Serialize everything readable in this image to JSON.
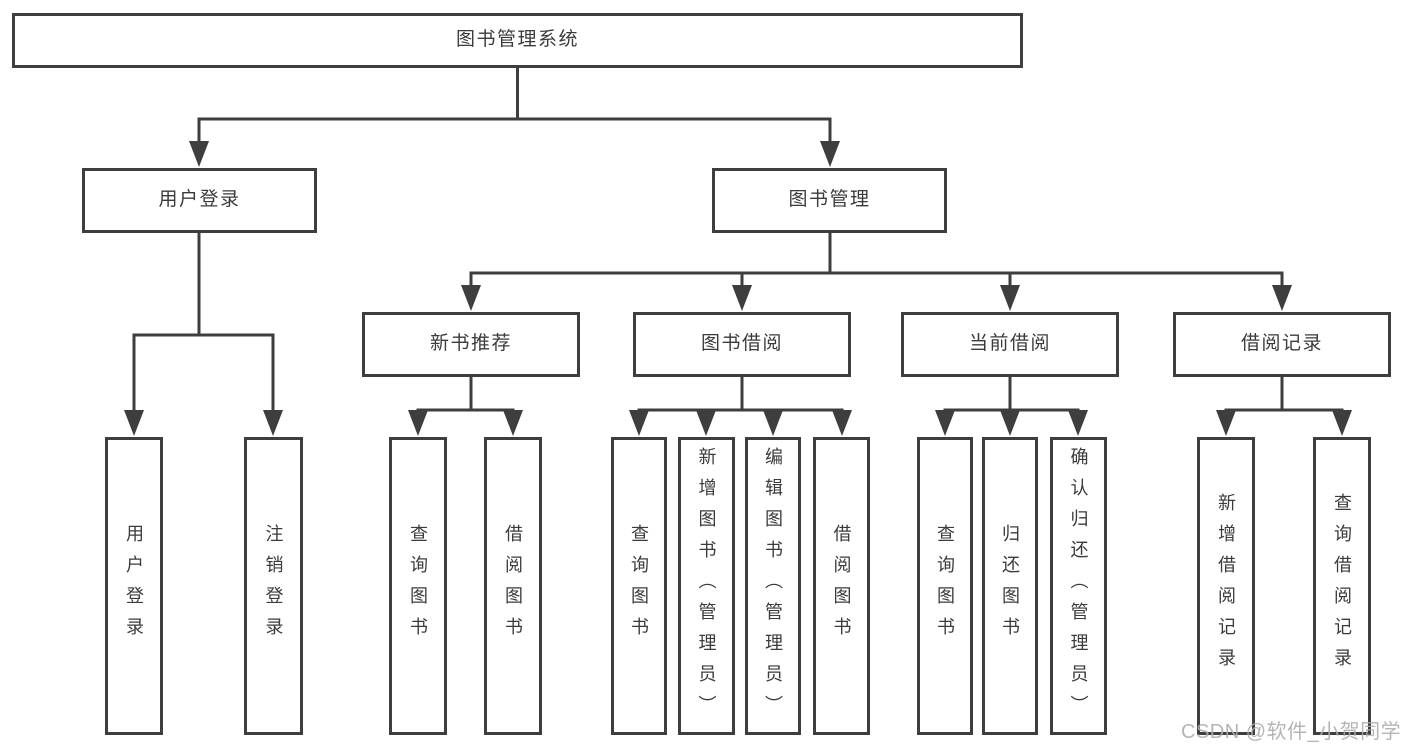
{
  "diagram": {
    "root": "图书管理系统",
    "branches": [
      {
        "label": "用户登录",
        "children": [
          {
            "label": "用户登录"
          },
          {
            "label": "注销登录"
          }
        ]
      },
      {
        "label": "图书管理",
        "children": [
          {
            "label": "新书推荐",
            "children": [
              {
                "label": "查询图书"
              },
              {
                "label": "借阅图书"
              }
            ]
          },
          {
            "label": "图书借阅",
            "children": [
              {
                "label": "查询图书"
              },
              {
                "label": "新增图书（管理员）"
              },
              {
                "label": "编辑图书（管理员）"
              },
              {
                "label": "借阅图书"
              }
            ]
          },
          {
            "label": "当前借阅",
            "children": [
              {
                "label": "查询图书"
              },
              {
                "label": "归还图书"
              },
              {
                "label": "确认归还（管理员）"
              }
            ]
          },
          {
            "label": "借阅记录",
            "children": [
              {
                "label": "新增借阅记录"
              },
              {
                "label": "查询借阅记录"
              }
            ]
          }
        ]
      }
    ]
  },
  "watermark": "CSDN @软件_小贺同学",
  "colors": {
    "line": "#3e3e3e",
    "text": "#3b3b3b",
    "box_fill": "#ffffff",
    "watermark": "#adadad",
    "background": "#ffffff"
  }
}
